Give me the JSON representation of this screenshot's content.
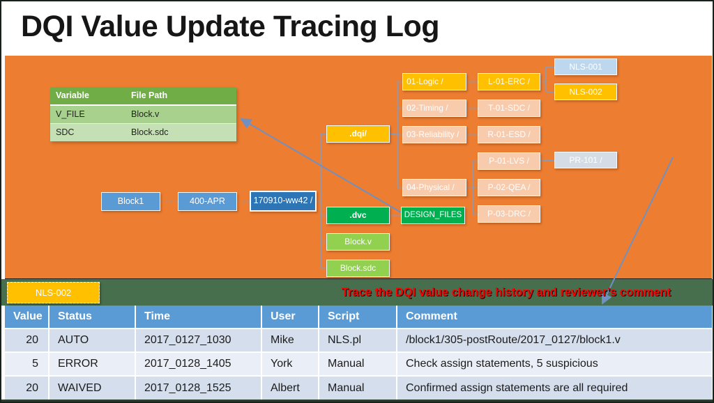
{
  "title": "DQI Value Update Tracing Log",
  "var_table": {
    "headers": [
      "Variable",
      "File Path"
    ],
    "rows": [
      [
        "V_FILE",
        "Block.v"
      ],
      [
        "SDC",
        "Block.sdc"
      ]
    ]
  },
  "tree": {
    "chain": [
      "Block1",
      "400-APR",
      "170910-ww42 /"
    ],
    "dqi": ".dqi/",
    "dvc": ".dvc",
    "block_v": "Block.v",
    "block_sdc": "Block.sdc",
    "design_files": "DESIGN_FILES",
    "categories": [
      "01-Logic /",
      "02-Timing /",
      "03-Reliability /",
      "04-Physical /"
    ],
    "checks": [
      "L-01-ERC /",
      "T-01-SDC /",
      "R-01-ESD /",
      "P-01-LVS /",
      "P-02-QEA /",
      "P-03-DRC /"
    ],
    "leaves": [
      "NLS-001",
      "NLS-002",
      "PR-101 /"
    ]
  },
  "annotation": {
    "tag": "NLS-002",
    "note": "Trace the DQI value change history and reviewer’s comment"
  },
  "log_table": {
    "headers": [
      "Value",
      "Status",
      "Time",
      "User",
      "Script",
      "Comment"
    ],
    "rows": [
      [
        "20",
        "AUTO",
        "2017_0127_1030",
        "Mike",
        "NLS.pl",
        "/block1/305-postRoute/2017_0127/block1.v"
      ],
      [
        "5",
        "ERROR",
        "2017_0128_1405",
        "York",
        "Manual",
        "Check assign statements, 5 suspicious"
      ],
      [
        "20",
        "WAIVED",
        "2017_0128_1525",
        "Albert",
        "Manual",
        "Confirmed assign statements are all required"
      ]
    ]
  },
  "colors": {
    "panel_orange": "#ED7D31",
    "gold": "#FFC000",
    "peach": "#F8CBAD",
    "blue": "#5B9BD5",
    "dark_blue": "#2E75B6",
    "green": "#00B050",
    "light_green": "#92D050",
    "light_blue": "#BDD7EE",
    "gray_blue": "#D6DCE5",
    "table_header_green": "#70AD47",
    "strip_green": "#476F4D",
    "note_red": "#FF0000"
  }
}
